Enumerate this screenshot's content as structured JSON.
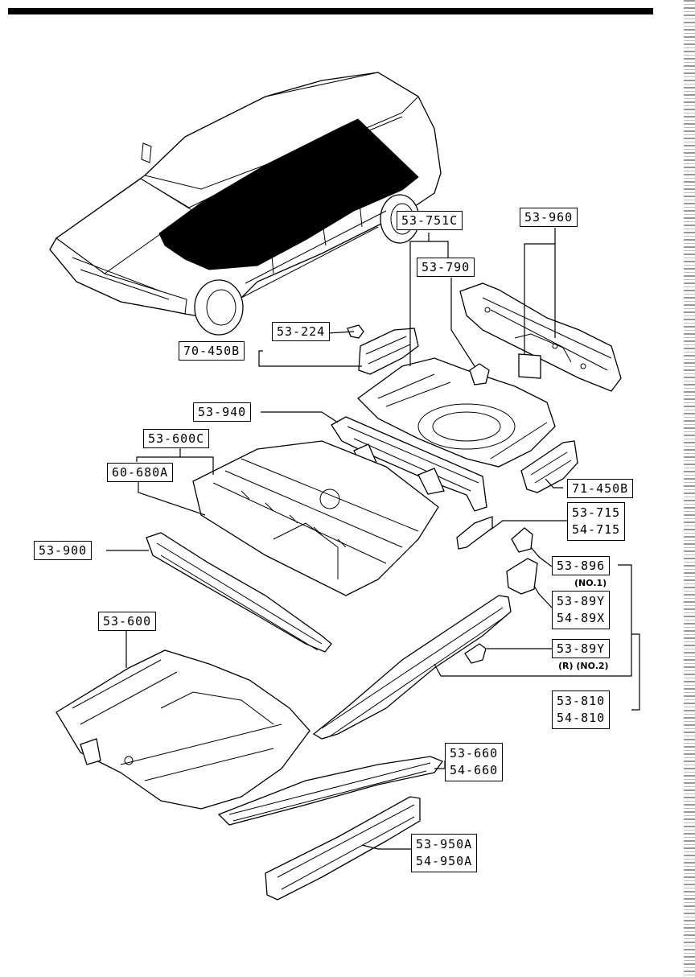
{
  "labels": {
    "l_53_751c": "53-751C",
    "l_53_960": "53-960",
    "l_53_790": "53-790",
    "l_53_224": "53-224",
    "l_70_450b": "70-450B",
    "l_53_940": "53-940",
    "l_53_600c": "53-600C",
    "l_60_680a": "60-680A",
    "l_71_450b": "71-450B",
    "l_53_715": "53-715",
    "l_54_715": "54-715",
    "l_53_900": "53-900",
    "l_53_896": "53-896",
    "l_53_89y": "53-89Y",
    "l_54_89x": "54-89X",
    "l_53_89y_b": "53-89Y",
    "l_53_600": "53-600",
    "l_53_810": "53-810",
    "l_54_810": "54-810",
    "l_53_660": "53-660",
    "l_54_660": "54-660",
    "l_53_950a": "53-950A",
    "l_54_950a": "54-950A"
  },
  "notes": {
    "no1": "(NO.1)",
    "r_no2": "(R) (NO.2)"
  },
  "colors": {
    "ink": "#000000",
    "paper": "#ffffff"
  }
}
